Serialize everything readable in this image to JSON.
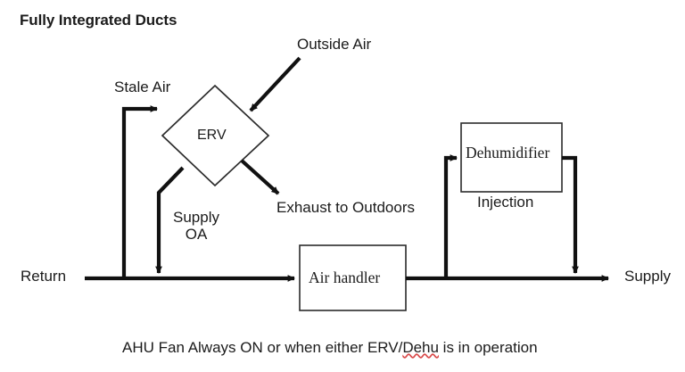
{
  "title": "Fully Integrated Ducts",
  "caption": {
    "before": "AHU Fan Always ON or when either ERV/",
    "misspelled": "Dehu",
    "after": " is in operation",
    "full": "AHU Fan Always ON or when either ERV/Dehu is in operation"
  },
  "nodes": {
    "erv": {
      "label": "ERV",
      "shape": "diamond"
    },
    "air_handler": {
      "label": "Air handler",
      "shape": "rectangle"
    },
    "dehumidifier": {
      "label": "Dehumidifier",
      "shape": "rectangle"
    },
    "injection": {
      "label": "Injection"
    }
  },
  "flow_labels": {
    "outside_air": "Outside Air",
    "stale_air": "Stale Air",
    "exhaust": "Exhaust to Outdoors",
    "supply_oa_line1": "Supply",
    "supply_oa_line2": "OA",
    "return": "Return",
    "supply": "Supply"
  },
  "colors": {
    "background": "#ffffff",
    "stroke": "#111111",
    "box_stroke": "#2a2a2a",
    "text": "#1b1b1b",
    "spellcheck": "#d94a4a"
  }
}
